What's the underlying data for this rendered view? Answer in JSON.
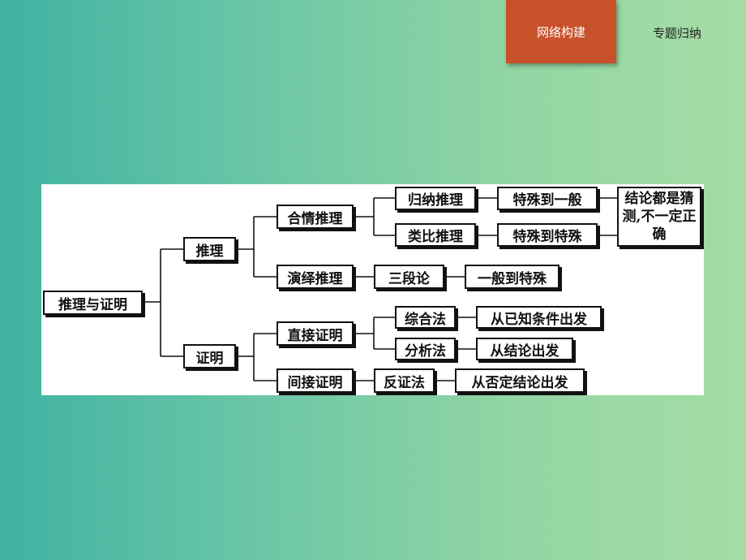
{
  "header": {
    "tabs": [
      {
        "label": "网络构建",
        "active": true,
        "color": "#c8512a"
      },
      {
        "label": "专题归纳",
        "active": false
      }
    ]
  },
  "diagram": {
    "root": "推理与证明",
    "reasoning": {
      "label": "推理",
      "plausible": "合情推理",
      "induction": "归纳推理",
      "induction_result": "特殊到一般",
      "analogy": "类比推理",
      "analogy_result": "特殊到特殊",
      "plausible_note": "结论都是猜测,不一定正确",
      "deductive": "演绎推理",
      "syllogism": "三段论",
      "deductive_result": "一般到特殊"
    },
    "proof": {
      "label": "证明",
      "direct": "直接证明",
      "synthesis": "综合法",
      "synthesis_result": "从已知条件出发",
      "analysis": "分析法",
      "analysis_result": "从结论出发",
      "indirect": "间接证明",
      "contradiction": "反证法",
      "contradiction_result": "从否定结论出发"
    }
  }
}
